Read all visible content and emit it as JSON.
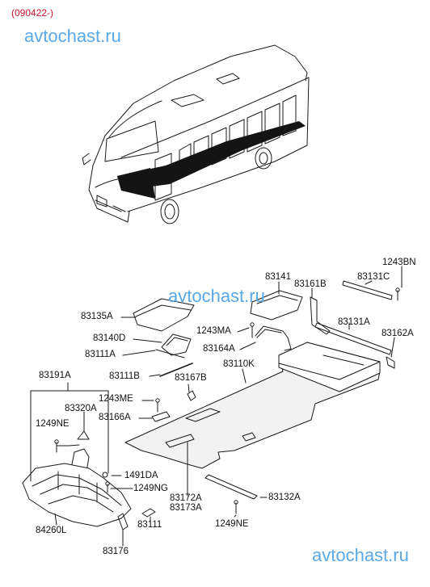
{
  "header": {
    "code": "(090422-)"
  },
  "watermarks": [
    "avtochast.ru",
    "avtochast.ru",
    "avtochast.ru"
  ],
  "colors": {
    "watermark": "#5aa9e6",
    "code": "#c8102e",
    "line": "#1a1a1a",
    "fill_dark": "#141414",
    "fill_gray": "#f2f2f2"
  },
  "labels": {
    "p83141": "83141",
    "p83161B": "83161B",
    "p83131C": "83131C",
    "p1243BN": "1243BN",
    "p83135A": "83135A",
    "p1243MA_top": "1243MA",
    "p83131A": "83131A",
    "p83162A": "83162A",
    "p83140D": "83140D",
    "p83164A": "83164A",
    "p83111A": "83111A",
    "p83110K": "83110K",
    "p83111B": "83111B",
    "p83167B": "83167B",
    "p83191A": "83191A",
    "p1243ME": "1243ME",
    "p83320A": "83320A",
    "p83166A": "83166A",
    "p1249NE_left": "1249NE",
    "p1491DA": "1491DA",
    "p1249NG": "1249NG",
    "p83172A": "83172A",
    "p83173A": "83173A",
    "p83132A": "83132A",
    "p83111": "83111",
    "p1249NE_bottom": "1249NE",
    "p84260L": "84260L",
    "p83176": "83176"
  }
}
